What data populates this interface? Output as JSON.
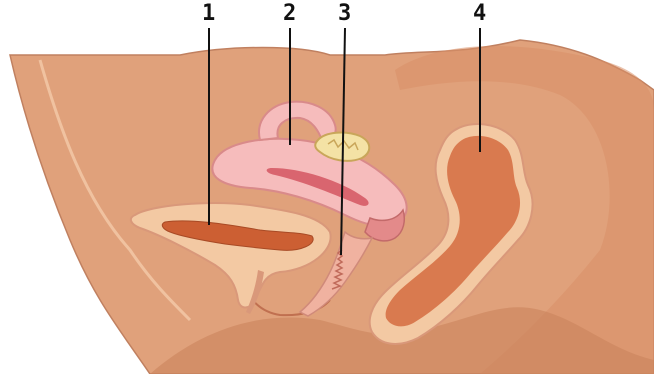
{
  "diagram": {
    "labels": [
      "1",
      "2",
      "3",
      "4"
    ]
  },
  "colors": {
    "background": "#ffffff",
    "body_skin": "#e0a17b",
    "body_dark": "#c9845c",
    "inner_light": "#f3c9a3",
    "uterus_pink": "#f6bcbc",
    "uterus_outline": "#d98a8a",
    "bladder_lining": "#cc5f33",
    "rectum": "#d97a4f",
    "ovary_yellow": "#f4e2a5",
    "leader_line": "#111111"
  }
}
